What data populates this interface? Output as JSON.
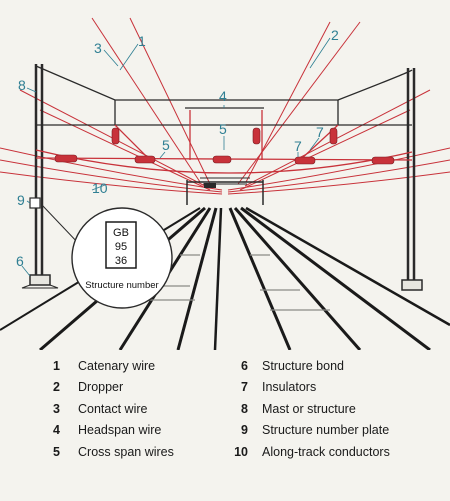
{
  "callouts": [
    "1",
    "2",
    "3",
    "4",
    "5",
    "5",
    "6",
    "7",
    "7",
    "8",
    "9",
    "10"
  ],
  "plate": {
    "lines": [
      "GB",
      "95",
      "36"
    ],
    "caption": "Structure number"
  },
  "legend": [
    {
      "num": "1",
      "label": "Catenary wire"
    },
    {
      "num": "6",
      "label": "Structure bond"
    },
    {
      "num": "2",
      "label": "Dropper"
    },
    {
      "num": "7",
      "label": "Insulators"
    },
    {
      "num": "3",
      "label": "Contact wire"
    },
    {
      "num": "8",
      "label": "Mast or structure"
    },
    {
      "num": "4",
      "label": "Headspan wire"
    },
    {
      "num": "9",
      "label": "Structure number plate"
    },
    {
      "num": "5",
      "label": "Cross span wires"
    },
    {
      "num": "10",
      "label": "Along-track conductors"
    }
  ],
  "colors": {
    "wire_red": "#c8323a",
    "structure": "#2a2a2a",
    "callout": "#2f7f93",
    "background": "#f4f3ee"
  }
}
